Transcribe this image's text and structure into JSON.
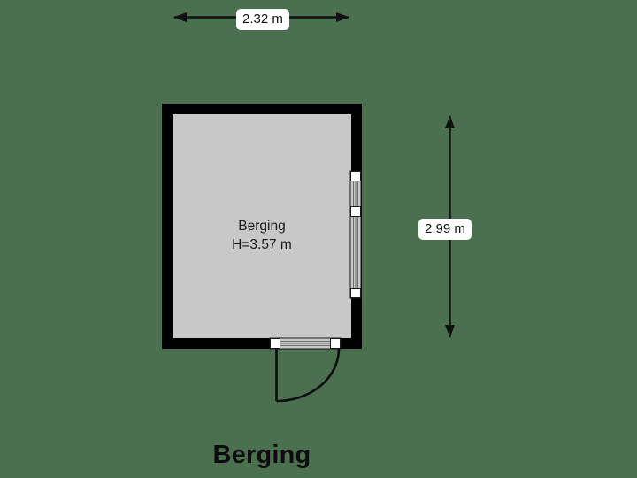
{
  "plan": {
    "title": "Berging",
    "background_color": "#4a7050",
    "wall_color": "#000000",
    "floor_color": "#c8c8c8",
    "line_color": "#111111"
  },
  "room": {
    "name": "Berging",
    "height_label": "H=3.57 m"
  },
  "dimensions": {
    "top": {
      "label": "2.32 m",
      "orientation": "horizontal"
    },
    "right": {
      "label": "2.99 m",
      "orientation": "vertical"
    }
  },
  "openings": {
    "window_right": {
      "type": "window",
      "wall": "right",
      "panes": 2
    },
    "door_bottom": {
      "type": "door",
      "wall": "bottom",
      "hinge": "right",
      "swing": "outward"
    }
  }
}
